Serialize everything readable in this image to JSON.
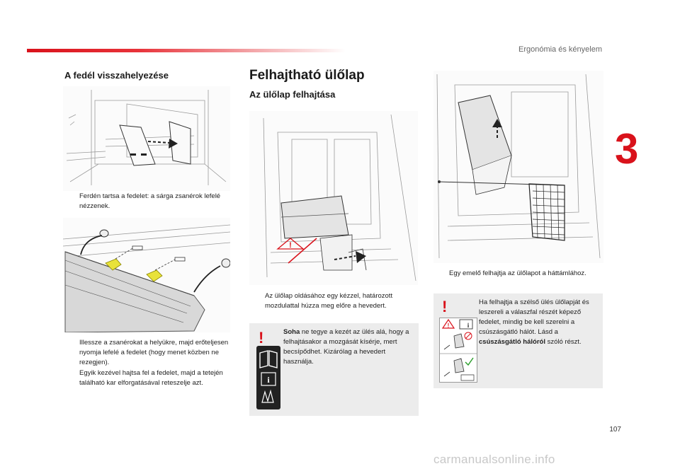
{
  "header": {
    "title": "Ergonómia és kényelem",
    "chapter": "3",
    "page_number": "107"
  },
  "left": {
    "heading": "A fedél visszahelyezése",
    "step1": "Ferdén tartsa a fedelet: a sárga zsanérok lefelé nézzenek.",
    "step2": "Illessze a zsanérokat a helyükre, majd erőteljesen nyomja lefelé a fedelet (hogy menet közben ne rezegjen).",
    "step3": "Egyik kezével hajtsa fel a fedelet, majd a tetején található kar elforgatásával reteszelje azt."
  },
  "middle": {
    "heading": "Felhajtható ülőlap",
    "subheading": "Az ülőlap felhajtása",
    "step1": "Az ülőlap oldásához egy kézzel, határozott mozdulattal húzza meg előre a hevedert.",
    "warning": {
      "bold": "Soha",
      "text": " ne tegye a kezét az ülés alá, hogy a felhajtásakor a mozgását kísérje, mert becsípődhet. Kizárólag a hevedert használja."
    }
  },
  "right": {
    "step1": "Egy emelő felhajtja az ülőlapot a háttámlához.",
    "warning": {
      "text1": "Ha felhajtja a szélső ülés ülőlapját és leszereli a válaszfal részét képező fedelet, mindig be kell szerelni a csúszásgátló hálót. Lásd a ",
      "bold": "csúszásgátló hálóról",
      "text2": " szóló részt."
    }
  },
  "bullet_symbol": "",
  "warning_symbol": "!",
  "watermark": "carmanualsonline.info",
  "colors": {
    "accent": "#d9121b",
    "box": "#ececec",
    "hinge": "#e8e23a"
  },
  "icons": [
    "book-icon",
    "info-icon",
    "warning-triangle-icon",
    "seat-icon",
    "hand-icon"
  ]
}
